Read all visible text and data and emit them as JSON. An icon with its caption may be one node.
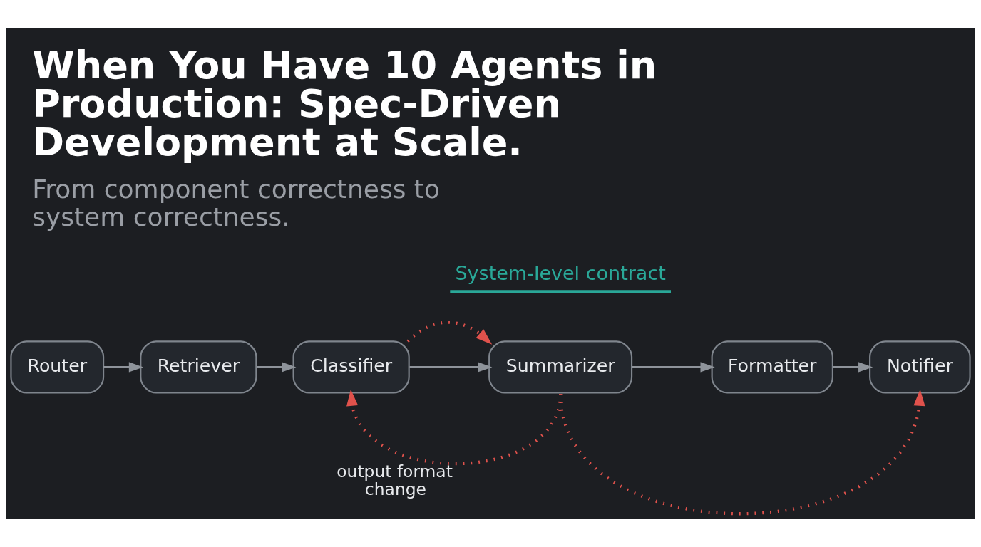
{
  "diagram": {
    "title": "When You Have 10 Agents in Production: Spec-Driven Development at Scale.",
    "caption": "From component correctness to system correctness.",
    "nodes": [
      {
        "text": [
          "Router"
        ]
      },
      {
        "text": [
          "Retriever"
        ]
      },
      {
        "text": [
          "Classifier"
        ]
      },
      {
        "text": [
          "Summarizer"
        ]
      },
      {
        "text": [
          "Formatter"
        ]
      },
      {
        "text": [
          "Notifier"
        ]
      }
    ],
    "edges": [
      {
        "from": 0,
        "to": 1,
        "arrow": "to"
      },
      {
        "from": 1,
        "to": 2,
        "arrow": "to"
      },
      {
        "from": 2,
        "to": 3,
        "arrow": "to"
      },
      {
        "from": 3,
        "to": 4,
        "arrow": "to"
      },
      {
        "from": 4,
        "to": 5,
        "arrow": "to"
      },
      {
        "from": 2,
        "to": 3,
        "arrow": "to",
        "style": "dashed",
        "color": "#e0524c"
      },
      {
        "from": 3,
        "to": 2,
        "arrow": "to",
        "label": "output format change",
        "style": "dashed",
        "color": "#e0524c"
      },
      {
        "from": 3,
        "to": 5,
        "arrow": "to",
        "style": "dashed",
        "color": "#e0524c"
      }
    ],
    "labels": [
      "System-level contract"
    ]
  }
}
